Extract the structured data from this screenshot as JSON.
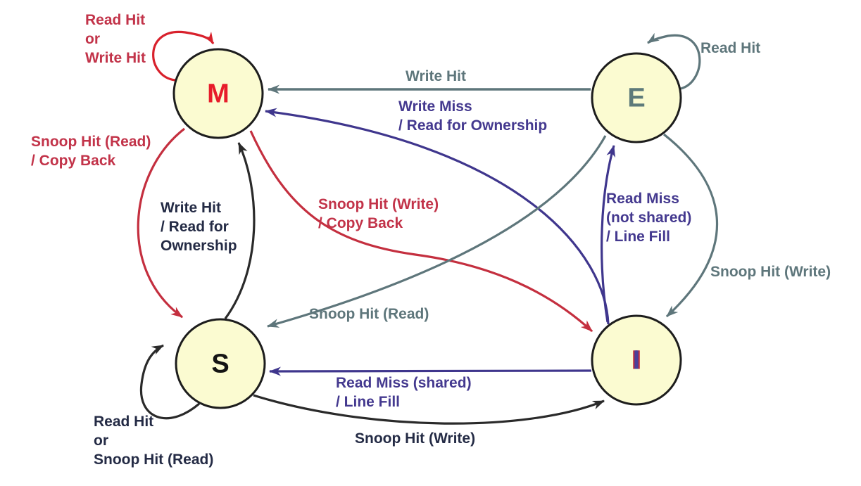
{
  "diagram": {
    "kind": "state-machine",
    "background": "#ffffff",
    "state_fill": "#fbfbd1",
    "state_border": "#1d1d1d"
  },
  "palette": {
    "red_arrow": "#d8212c",
    "red_curve": "#c42f3f",
    "red_text": "#c23349",
    "gray": "#5e767b",
    "purple": "#3f368d",
    "purple_text": "#44398f",
    "black_arrow": "#2a2a2a",
    "dark_text": "#242b45"
  },
  "states": {
    "M": {
      "label": "M",
      "color": "#e71c2a"
    },
    "E": {
      "label": "E",
      "color": "#5d7a7a"
    },
    "S": {
      "label": "S",
      "color": "#141414"
    },
    "I": {
      "label": "I",
      "color": "#4a3f9a"
    }
  },
  "transitions": {
    "m_self": {
      "from": "M",
      "to": "M",
      "color": "#d8212c",
      "label": "Read Hit\nor\nWrite Hit"
    },
    "e_self": {
      "from": "E",
      "to": "E",
      "color": "#5e767b",
      "label": "Read Hit"
    },
    "e_to_m": {
      "from": "E",
      "to": "M",
      "color": "#5e767b",
      "label": "Write Hit"
    },
    "i_to_m": {
      "from": "I",
      "to": "M",
      "color": "#3f368d",
      "label": "Write Miss\n/ Read for Ownership"
    },
    "m_to_s": {
      "from": "M",
      "to": "S",
      "color": "#c42f3f",
      "label": "Snoop Hit (Read)\n/ Copy Back"
    },
    "s_to_m": {
      "from": "S",
      "to": "M",
      "color": "#2a2a2a",
      "label": "Write Hit\n/ Read for\nOwnership"
    },
    "m_to_i": {
      "from": "M",
      "to": "I",
      "color": "#c42f3f",
      "label": "Snoop Hit (Write)\n/ Copy Back"
    },
    "e_to_s": {
      "from": "E",
      "to": "S",
      "color": "#5e767b",
      "label": "Snoop Hit (Read)"
    },
    "i_to_e": {
      "from": "I",
      "to": "E",
      "color": "#3f368d",
      "label": "Read Miss\n(not shared)\n/ Line Fill"
    },
    "e_to_i": {
      "from": "E",
      "to": "I",
      "color": "#5e767b",
      "label": "Snoop Hit (Write)"
    },
    "i_to_s": {
      "from": "I",
      "to": "S",
      "color": "#3f368d",
      "label": "Read Miss (shared)\n/ Line Fill"
    },
    "s_to_i": {
      "from": "S",
      "to": "I",
      "color": "#2a2a2a",
      "label": "Snoop Hit (Write)"
    },
    "s_self": {
      "from": "S",
      "to": "S",
      "color": "#2a2a2a",
      "label": "Read Hit\nor\nSnoop Hit (Read)"
    }
  }
}
